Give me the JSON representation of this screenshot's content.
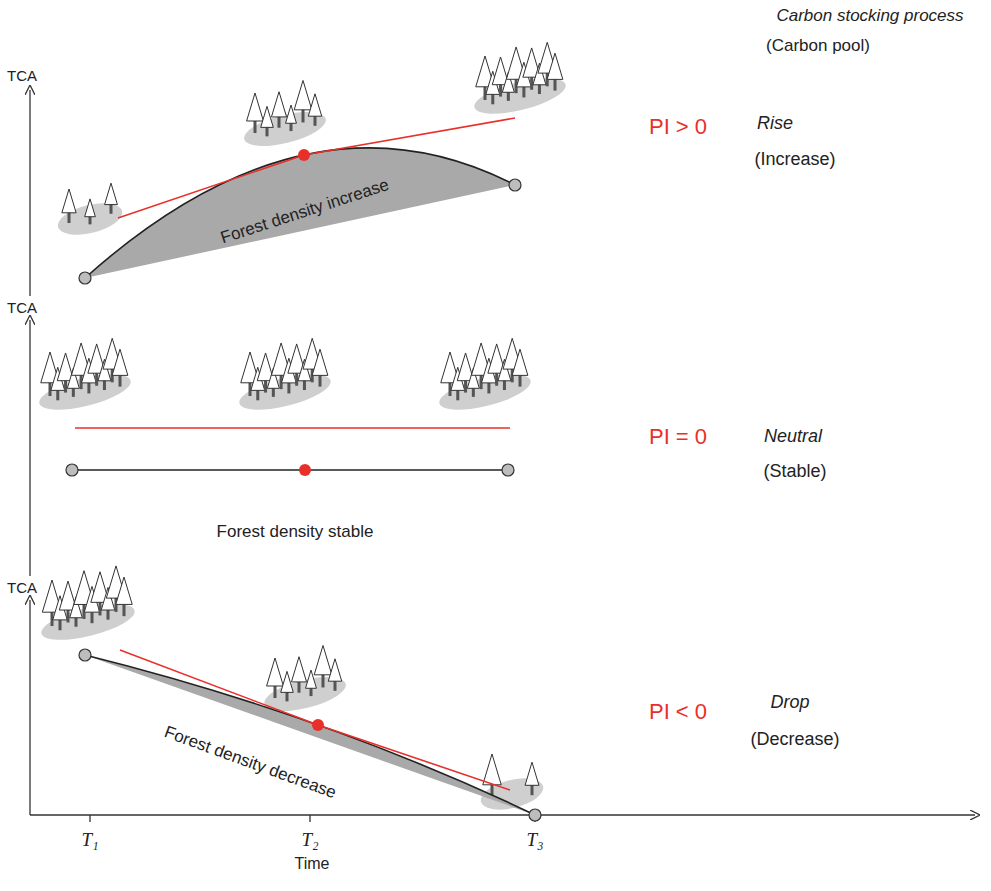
{
  "diagram": {
    "labels": [
      "Carbon stocking process",
      "(Carbon pool)",
      "TCA",
      "Forest density increase",
      "PI > 0",
      "Rise",
      "(Increase)",
      "TCA",
      "PI = 0",
      "Neutral",
      "(Stable)",
      "Forest density stable",
      "TCA",
      "Forest density decrease",
      "PI < 0",
      "Drop",
      "(Decrease)",
      "T₁",
      "T₂",
      "T₃",
      "Time"
    ]
  }
}
